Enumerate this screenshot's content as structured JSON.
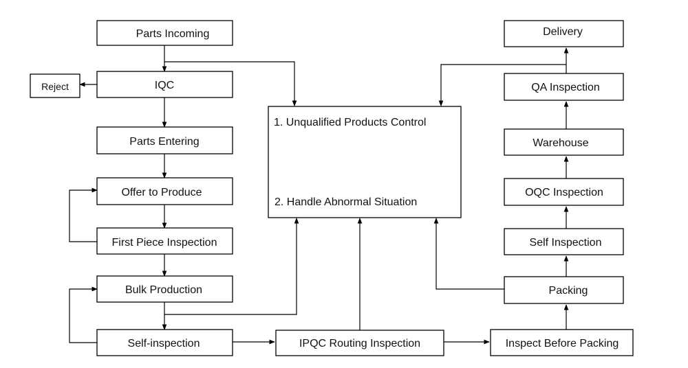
{
  "flow": {
    "parts_incoming": "Parts Incoming",
    "iqc": "IQC",
    "reject": "Reject",
    "parts_entering": "Parts Entering",
    "offer_to_produce": "Offer to Produce",
    "first_piece_inspection": "First Piece Inspection",
    "bulk_production": "Bulk Production",
    "self_inspection_left": "Self-inspection",
    "ipqc_routing_inspection": "IPQC Routing Inspection",
    "inspect_before_packing": "Inspect Before Packing",
    "packing": "Packing",
    "self_inspection_right": "Self Inspection",
    "oqc_inspection": "OQC Inspection",
    "warehouse": "Warehouse",
    "qa_inspection": "QA Inspection",
    "delivery": "Delivery",
    "control_line1": "1. Unqualified Products Control",
    "control_line2": "2. Handle Abnormal Situation"
  }
}
